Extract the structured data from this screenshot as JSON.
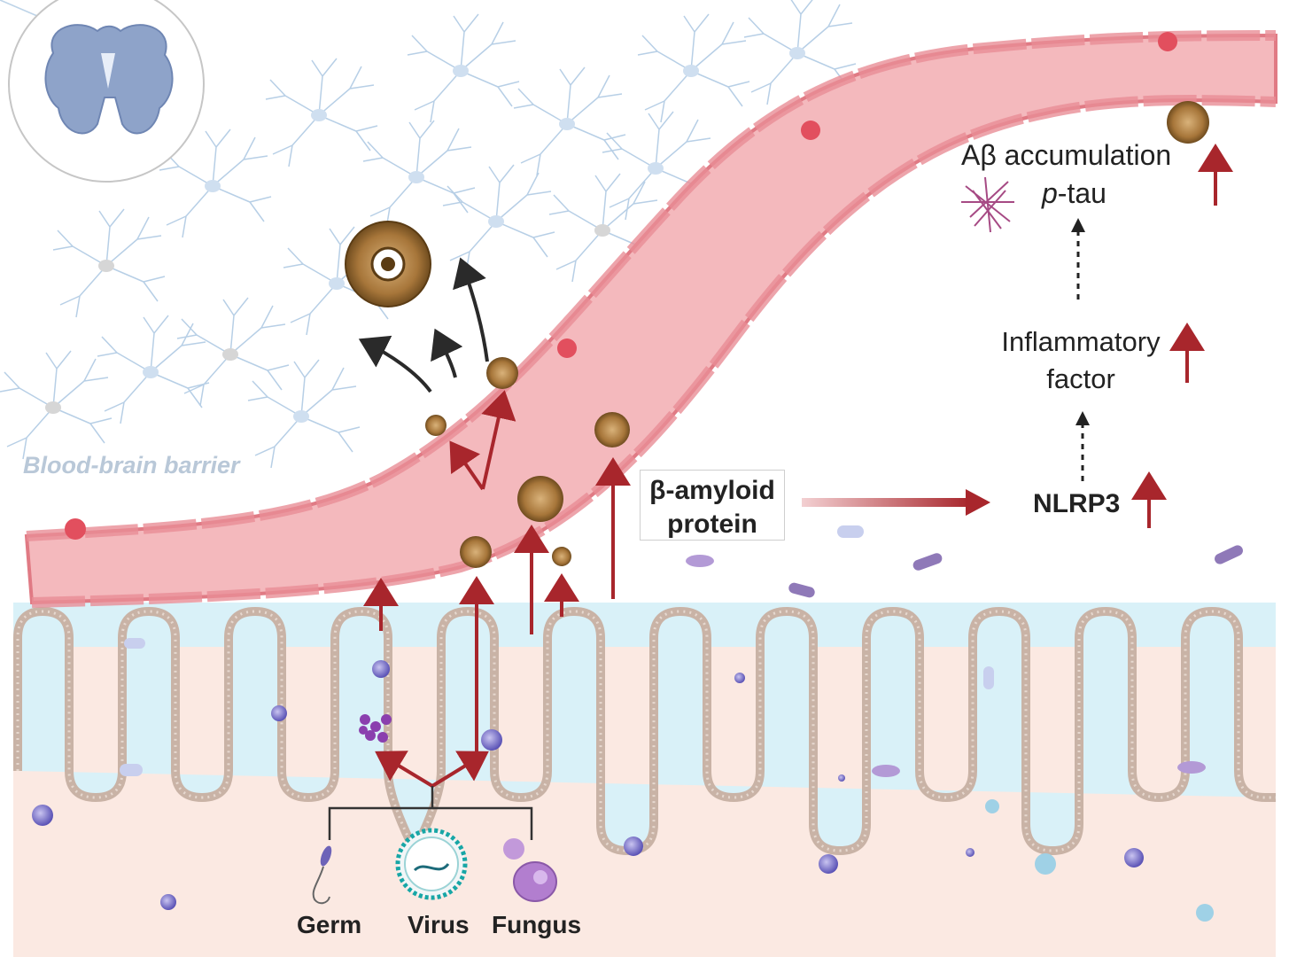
{
  "labels": {
    "blood_brain_barrier": "Blood-brain barrier",
    "abeta_accumulation": "Aβ accumulation",
    "ptau_prefix": "p",
    "ptau_suffix": "-tau",
    "inflammatory_line1": "Inflammatory",
    "inflammatory_line2": "factor",
    "nlrp3": "NLRP3",
    "amyloid_line1": "β-amyloid",
    "amyloid_line2": "protein",
    "germ": "Germ",
    "virus": "Virus",
    "fungus": "Fungus"
  },
  "colors": {
    "vessel": "#f4b9bd",
    "vessel_edge": "#e07a84",
    "arrow_red": "#a8262c",
    "arrow_black": "#222222",
    "gut_lumen": "#d9f1f8",
    "gut_tissue": "#fbe9e2",
    "villus_wall": "#c9b3a6",
    "amyloid_brown": "#9a6b2c",
    "neuron_blue": "#b7cfe6",
    "brain_icon": "#8ea3c9"
  }
}
